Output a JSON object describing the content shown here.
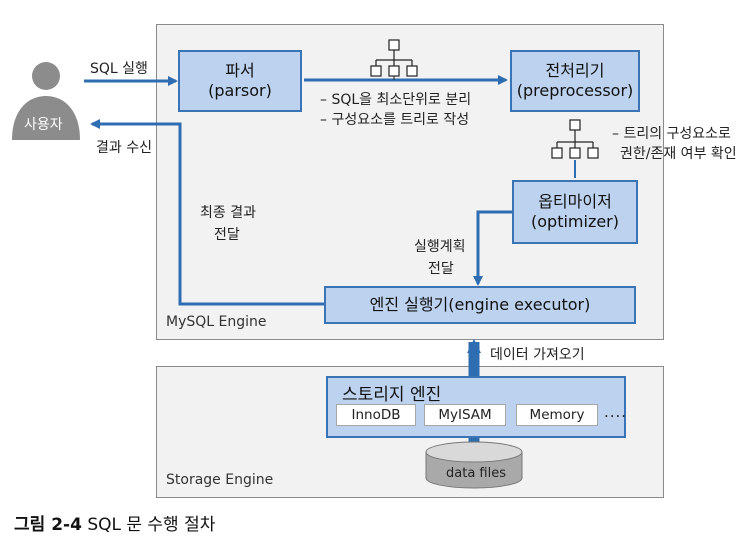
{
  "user": {
    "label": "사용자"
  },
  "arrows": {
    "sql_execute": "SQL 실행",
    "result_receive": "결과 수신",
    "final_result_line1": "최종 결과",
    "final_result_line2": "전달",
    "plan_line1": "실행계획",
    "plan_line2": "전달",
    "data_fetch": "데이터 가져오기"
  },
  "parser": {
    "name": "파서",
    "en": "(parsor)"
  },
  "preprocessor": {
    "name": "전처리기",
    "en": "(preprocessor)"
  },
  "optimizer": {
    "name": "옵티마이저",
    "en": "(optimizer)"
  },
  "executor": {
    "label": "엔진 실행기(engine executor)"
  },
  "notes": {
    "parser_1": "– SQL을 최소단위로 분리",
    "parser_2": "– 구성요소를 트리로 작성",
    "pre_1": "– 트리의 구성요소로",
    "pre_2": "권한/존재 여부 확인"
  },
  "mysql_engine_label": "MySQL Engine",
  "storage": {
    "title": "스토리지 엔진",
    "engines": [
      "InnoDB",
      "MyISAM",
      "Memory"
    ],
    "more": "....",
    "data_files": "data files",
    "label": "Storage Engine"
  },
  "caption": {
    "figure": "그림 2-4",
    "text": "SQL 문 수행 절차"
  },
  "colors": {
    "box_fill": "#bcd2ee",
    "box_border": "#3a74b4",
    "arrow": "#2f6db2",
    "panel": "#f2f2f2"
  }
}
